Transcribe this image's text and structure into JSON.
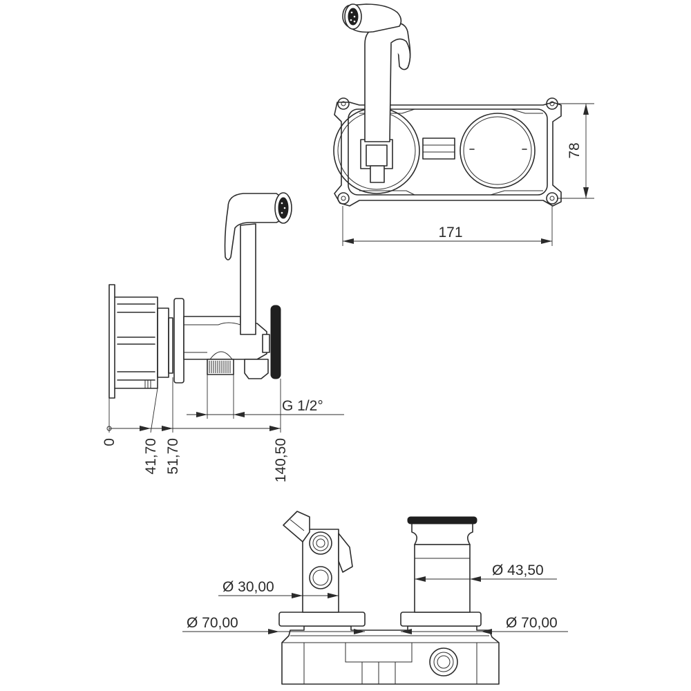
{
  "views": {
    "top": {
      "width_label": "171",
      "height_label": "78"
    },
    "side": {
      "thread_label": "G 1/2°",
      "positions": [
        "0",
        "41,70",
        "51,70",
        "140,50"
      ]
    },
    "front": {
      "diameters": {
        "outlet": "Ø 30,00",
        "body": "Ø 43,50",
        "left_plate": "Ø 70,00",
        "right_plate": "Ø 70,00"
      }
    }
  },
  "colors": {
    "line": "#2b2b2b",
    "background": "#ffffff"
  }
}
